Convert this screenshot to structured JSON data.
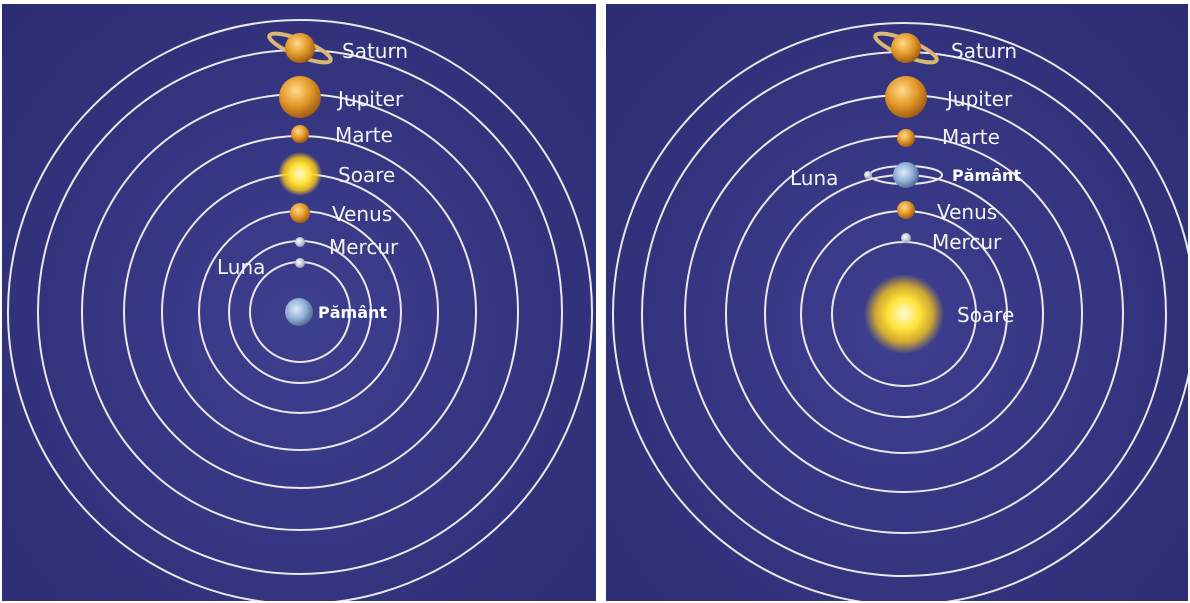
{
  "geocentric": {
    "labels": {
      "saturn": "Saturn",
      "jupiter": "Jupiter",
      "mars": "Marte",
      "sun": "Soare",
      "venus": "Venus",
      "mercury": "Mercur",
      "moon": "Luna",
      "earth": "Pământ"
    }
  },
  "heliocentric": {
    "labels": {
      "saturn": "Saturn",
      "jupiter": "Jupiter",
      "mars": "Marte",
      "moon": "Luna",
      "earth": "Pământ",
      "venus": "Venus",
      "mercury": "Mercur",
      "sun": "Soare"
    }
  },
  "colors": {
    "background": "#34347f",
    "orbit": "#e8e8e8",
    "planet": "#e39a2a",
    "sun": "#ffe23a",
    "earth": "#8fb0d8",
    "label": "#f4f4f4"
  }
}
